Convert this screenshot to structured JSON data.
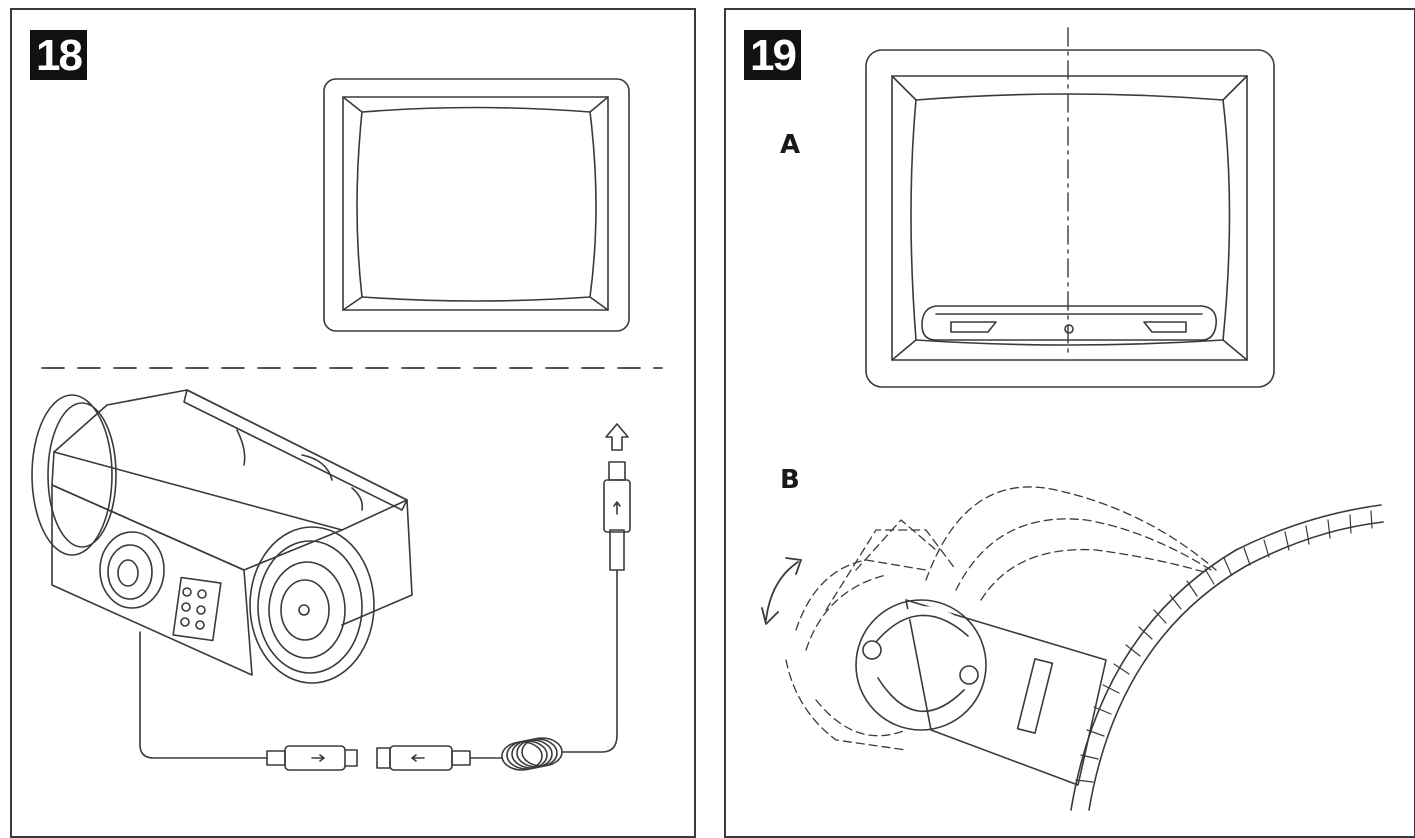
{
  "panels": [
    {
      "step": "18",
      "labels": []
    },
    {
      "step": "19",
      "labels": [
        "A",
        "B"
      ]
    }
  ],
  "colors": {
    "line": "#3a3a3a",
    "badge_bg": "#111111",
    "badge_text": "#ffffff"
  }
}
